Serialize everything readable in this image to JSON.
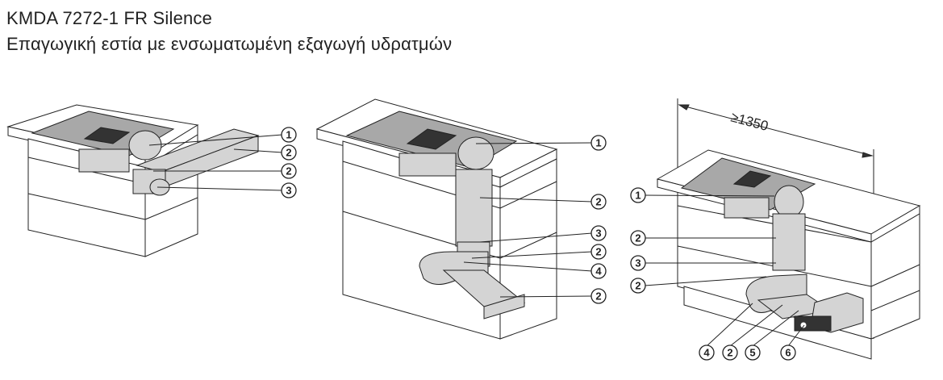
{
  "header": {
    "model": "KMDA 7272-1 FR Silence",
    "subtitle": "Επαγωγική εστία με ενσωματωμένη εξαγωγή υδρατμών"
  },
  "diagrams": [
    {
      "callouts": [
        "1",
        "2",
        "2",
        "3"
      ]
    },
    {
      "callouts": [
        "1",
        "2",
        "3",
        "2",
        "4",
        "2"
      ]
    },
    {
      "dimension": "≥1350",
      "callouts": [
        "1",
        "2",
        "3",
        "2",
        "4",
        "2",
        "5",
        "6"
      ]
    }
  ]
}
